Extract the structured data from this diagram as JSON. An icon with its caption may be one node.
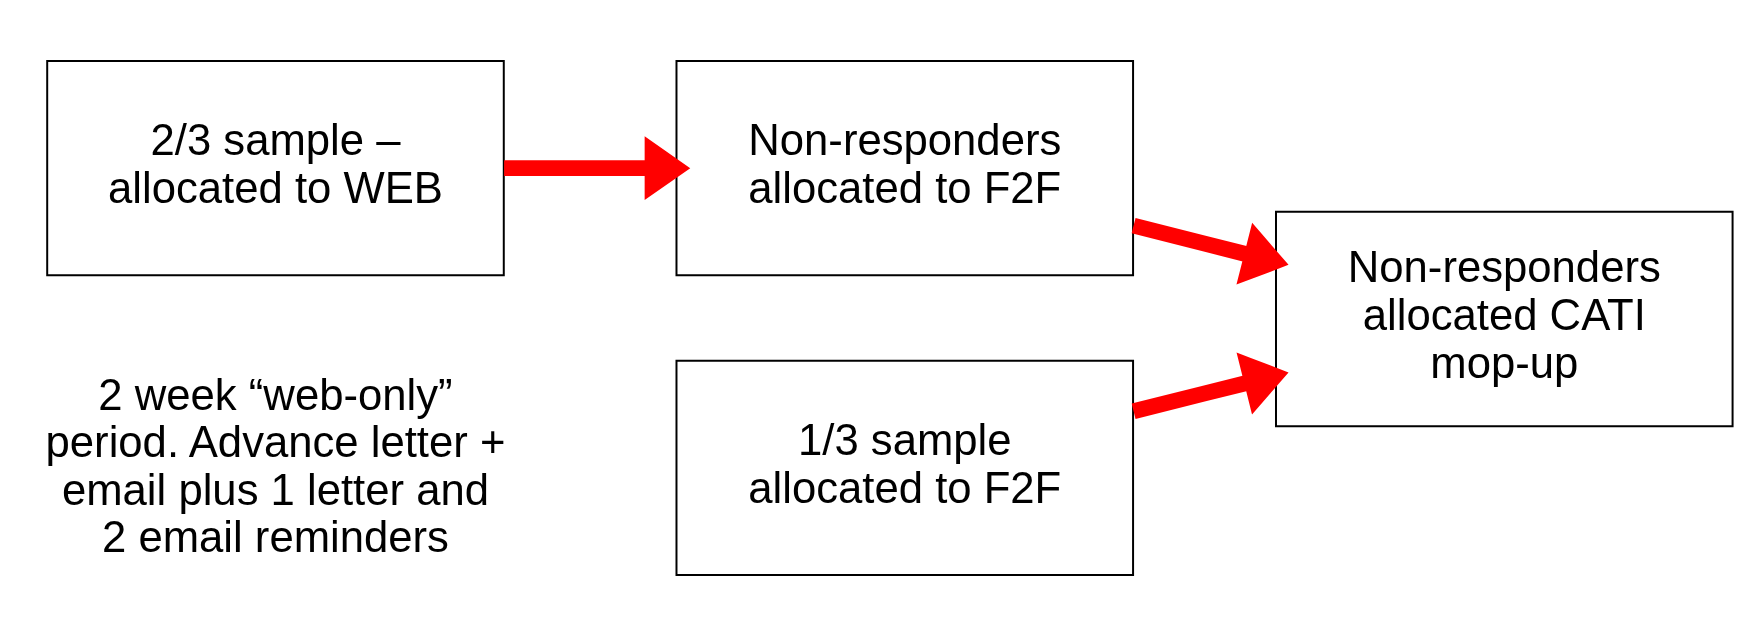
{
  "diagram": {
    "nodes": [
      {
        "text": [
          "2/3 sample – allocated to WEB"
        ],
        "beside": [
          "2 week “web-only” period. Advance letter + email plus 1 letter and 2 email reminders"
        ]
      },
      {
        "text": [
          "Non-responders allocated to F2F"
        ]
      },
      {
        "text": [
          "Non-responders allocated CATI mop-up"
        ]
      },
      {
        "text": [
          "1/3 sample allocated to F2F"
        ]
      }
    ],
    "edges": [
      {
        "from": 0,
        "to": 1,
        "arrow": "to"
      },
      {
        "from": 1,
        "to": 2,
        "arrow": "to"
      },
      {
        "from": 3,
        "to": 2,
        "arrow": "to"
      }
    ]
  }
}
